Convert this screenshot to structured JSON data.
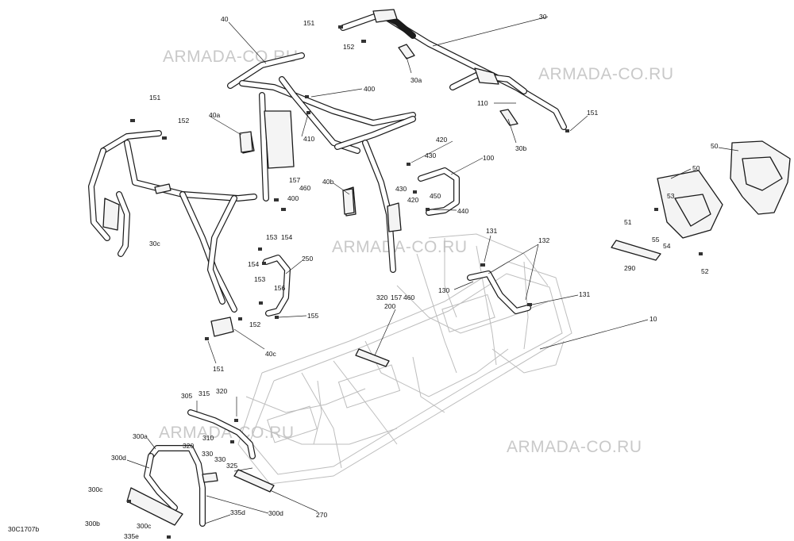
{
  "reference_code": "30C1707b",
  "watermark": "ARMADA-CO.RU",
  "callouts": {
    "c30": "30",
    "c30a": "30a",
    "c30b": "30b",
    "c30c": "30c",
    "c40": "40",
    "c40a": "40a",
    "c40b": "40b",
    "c40c": "40c",
    "c151a": "151",
    "c152a": "152",
    "c151b": "151",
    "c152b": "152",
    "c151c": "151",
    "c152c": "152",
    "c151d": "151",
    "c400a": "400",
    "c410": "410",
    "c157": "157",
    "c460": "460",
    "c400b": "400",
    "c110": "110",
    "c420": "420",
    "c430a": "430",
    "c430b": "430",
    "c450": "450",
    "c420b": "420",
    "c440": "440",
    "c100": "100",
    "c153a": "153",
    "c154a": "154",
    "c154b": "154",
    "c153b": "153",
    "c156": "156",
    "c155": "155",
    "c250": "250",
    "c320a": "320",
    "c157b": "157",
    "c460b": "460",
    "c200": "200",
    "c131a": "131",
    "c132": "132",
    "c130": "130",
    "c131b": "131",
    "c10": "10",
    "c50a": "50",
    "c50b": "50",
    "c53": "53",
    "c51": "51",
    "c55": "55",
    "c54": "54",
    "c52": "52",
    "c290": "290",
    "c305": "305",
    "c315": "315",
    "c320b": "320",
    "c300a": "300a",
    "c310": "310",
    "c320c": "320",
    "c330a": "330",
    "c330b": "330",
    "c300d": "300d",
    "c325": "325",
    "c300c": "300c",
    "c300b": "300b",
    "c300c2": "300c",
    "c335e": "335e",
    "c335d": "335d",
    "c300d2": "300d",
    "c270": "270"
  }
}
